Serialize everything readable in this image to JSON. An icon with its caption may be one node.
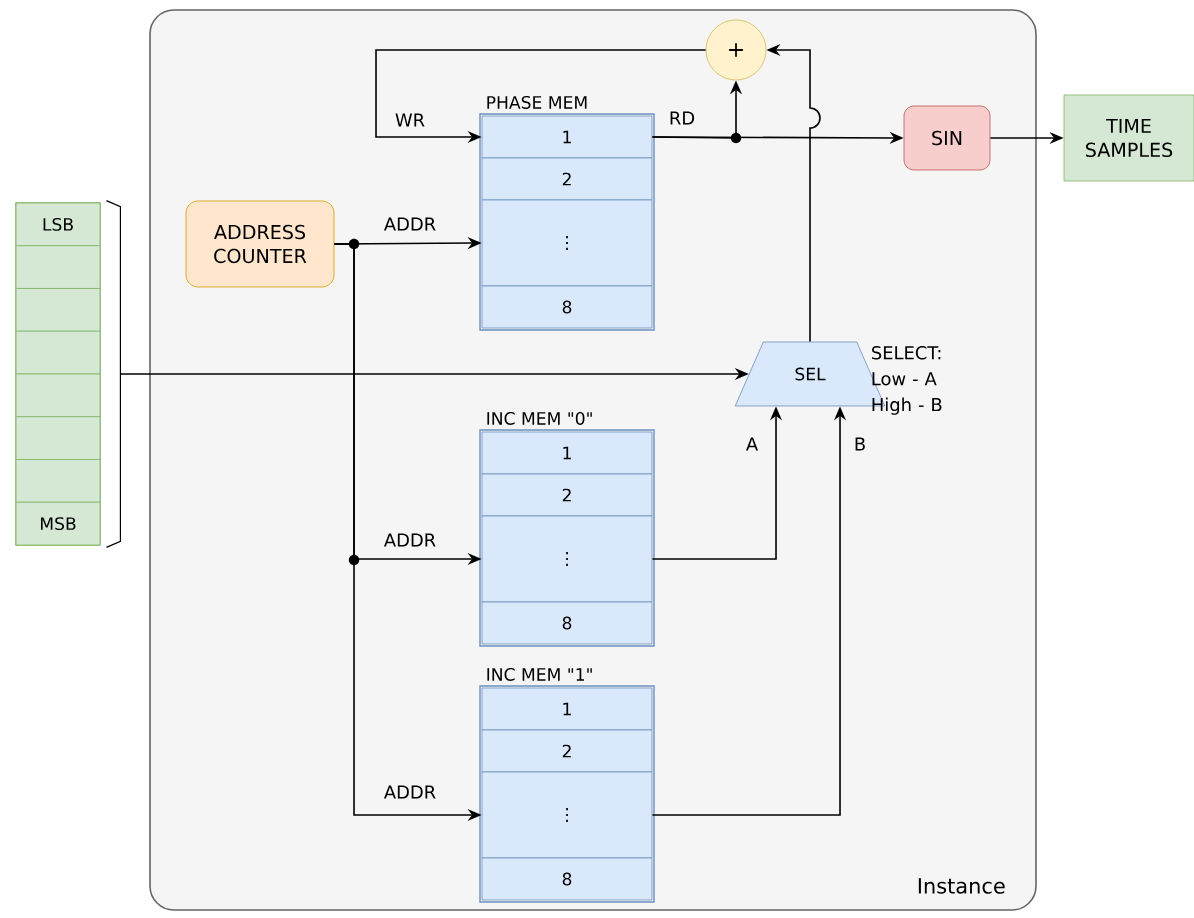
{
  "diagram": {
    "nodes": [
      {
        "text": [
          "Instance"
        ]
      },
      {
        "text": [
          "ADDRESS COUNTER"
        ],
        "in": 0
      },
      {
        "text": [
          "PHASE MEM"
        ],
        "in": 0
      },
      {
        "text": [
          "1"
        ],
        "in": 2
      },
      {
        "text": [
          "2"
        ],
        "in": 2
      },
      {
        "text": [
          "⋮"
        ],
        "in": 2
      },
      {
        "text": [
          "8"
        ],
        "in": 2
      },
      {
        "text": [
          "+"
        ],
        "in": 0
      },
      {
        "text": [
          "SIN"
        ],
        "in": 0
      },
      {
        "text": [
          "TIME SAMPLES"
        ]
      },
      {
        "text": [],
        "shape": "box"
      },
      {
        "text": [
          "LSB"
        ],
        "in": 10
      },
      {
        "text": [],
        "shape": "box",
        "in": 10
      },
      {
        "text": [],
        "shape": "box",
        "in": 10
      },
      {
        "text": [],
        "shape": "box",
        "in": 10
      },
      {
        "text": [],
        "shape": "box",
        "in": 10
      },
      {
        "text": [],
        "shape": "box",
        "in": 10
      },
      {
        "text": [],
        "shape": "box",
        "in": 10
      },
      {
        "text": [
          "MSB"
        ],
        "in": 10
      },
      {
        "text": [
          "SEL"
        ],
        "in": 0,
        "beside": [
          "SELECT: Low - A High - B"
        ]
      },
      {
        "text": [
          "INC MEM \"0\""
        ],
        "in": 0
      },
      {
        "text": [
          "1"
        ],
        "in": 20
      },
      {
        "text": [
          "2"
        ],
        "in": 20
      },
      {
        "text": [
          "⋮"
        ],
        "in": 20
      },
      {
        "text": [
          "8"
        ],
        "in": 20
      },
      {
        "text": [
          "INC MEM \"1\""
        ],
        "in": 0
      },
      {
        "text": [
          "1"
        ],
        "in": 25
      },
      {
        "text": [
          "2"
        ],
        "in": 25
      },
      {
        "text": [
          "⋮"
        ],
        "in": 25
      },
      {
        "text": [
          "8"
        ],
        "in": 25
      }
    ],
    "edges": [
      {
        "from": 7,
        "to": 3,
        "arrow": "to",
        "label": "WR"
      },
      {
        "from": 3,
        "to": 8,
        "arrow": "to",
        "label": "RD"
      },
      {
        "from": 3,
        "to": 7,
        "arrow": "to"
      },
      {
        "from": 8,
        "to": 9,
        "arrow": "to"
      },
      {
        "from": 19,
        "to": 7,
        "arrow": "to"
      },
      {
        "from": 1,
        "to": 5,
        "arrow": "to",
        "label": "ADDR"
      },
      {
        "from": 1,
        "to": 23,
        "arrow": "to",
        "label": "ADDR"
      },
      {
        "from": 1,
        "to": 28,
        "arrow": "to",
        "label": "ADDR"
      },
      {
        "from": 10,
        "to": 19,
        "arrow": "to"
      },
      {
        "from": 23,
        "to": 19,
        "arrow": "to",
        "label": "A"
      },
      {
        "from": 28,
        "to": 19,
        "arrow": "to",
        "label": "B"
      }
    ]
  }
}
